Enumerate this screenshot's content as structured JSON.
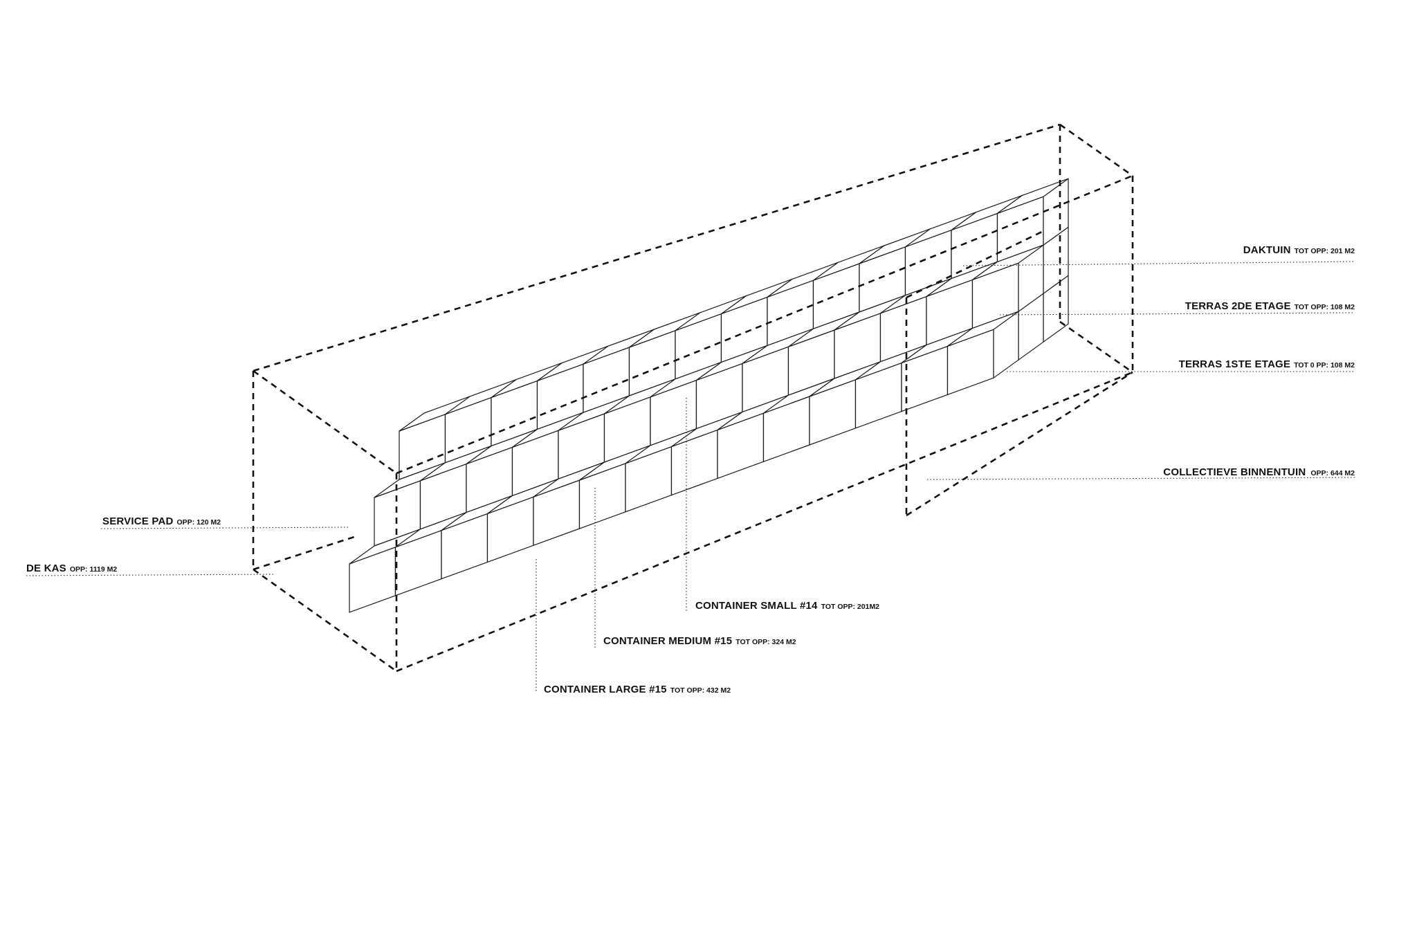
{
  "labels": {
    "daktuin": {
      "title": "DAKTUIN",
      "detail": "TOT OPP: 201 M2"
    },
    "terras2": {
      "title": "TERRAS 2DE ETAGE",
      "detail": "TOT OPP: 108 M2"
    },
    "terras1": {
      "title": "TERRAS 1STE ETAGE",
      "detail": "TOT 0 PP: 108 M2"
    },
    "binnentuin": {
      "title": "COLLECTIEVE BINNENTUIN",
      "detail": "OPP: 644 M2"
    },
    "service": {
      "title": "SERVICE PAD",
      "detail": "OPP: 120 M2"
    },
    "kas": {
      "title": "DE KAS",
      "detail": "OPP: 1119 M2"
    },
    "small": {
      "title": "CONTAINER SMALL #14",
      "detail": "TOT OPP: 201M2"
    },
    "medium": {
      "title": "CONTAINER MEDIUM #15",
      "detail": "TOT OPP: 324 M2"
    },
    "large": {
      "title": "CONTAINER LARGE #15",
      "detail": "TOT OPP: 432 M2"
    }
  },
  "colors": {
    "line": "#111111",
    "background": "#ffffff"
  }
}
